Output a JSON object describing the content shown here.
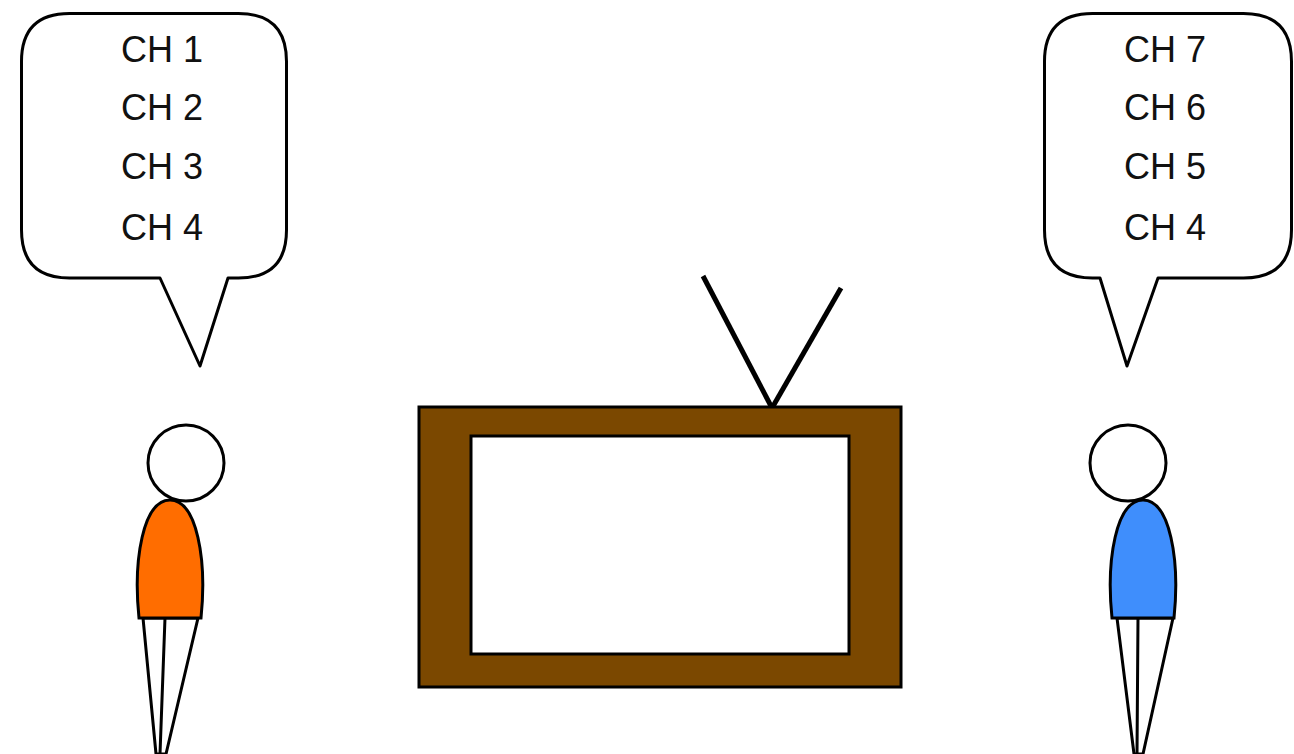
{
  "diagram": {
    "nodes": [
      {
        "text": [
          "CH 1",
          "CH 2",
          "CH 3",
          "CH 4"
        ]
      },
      {
        "text": [
          "CH 7",
          "CH 6",
          "CH 5",
          "CH 4"
        ]
      }
    ]
  }
}
